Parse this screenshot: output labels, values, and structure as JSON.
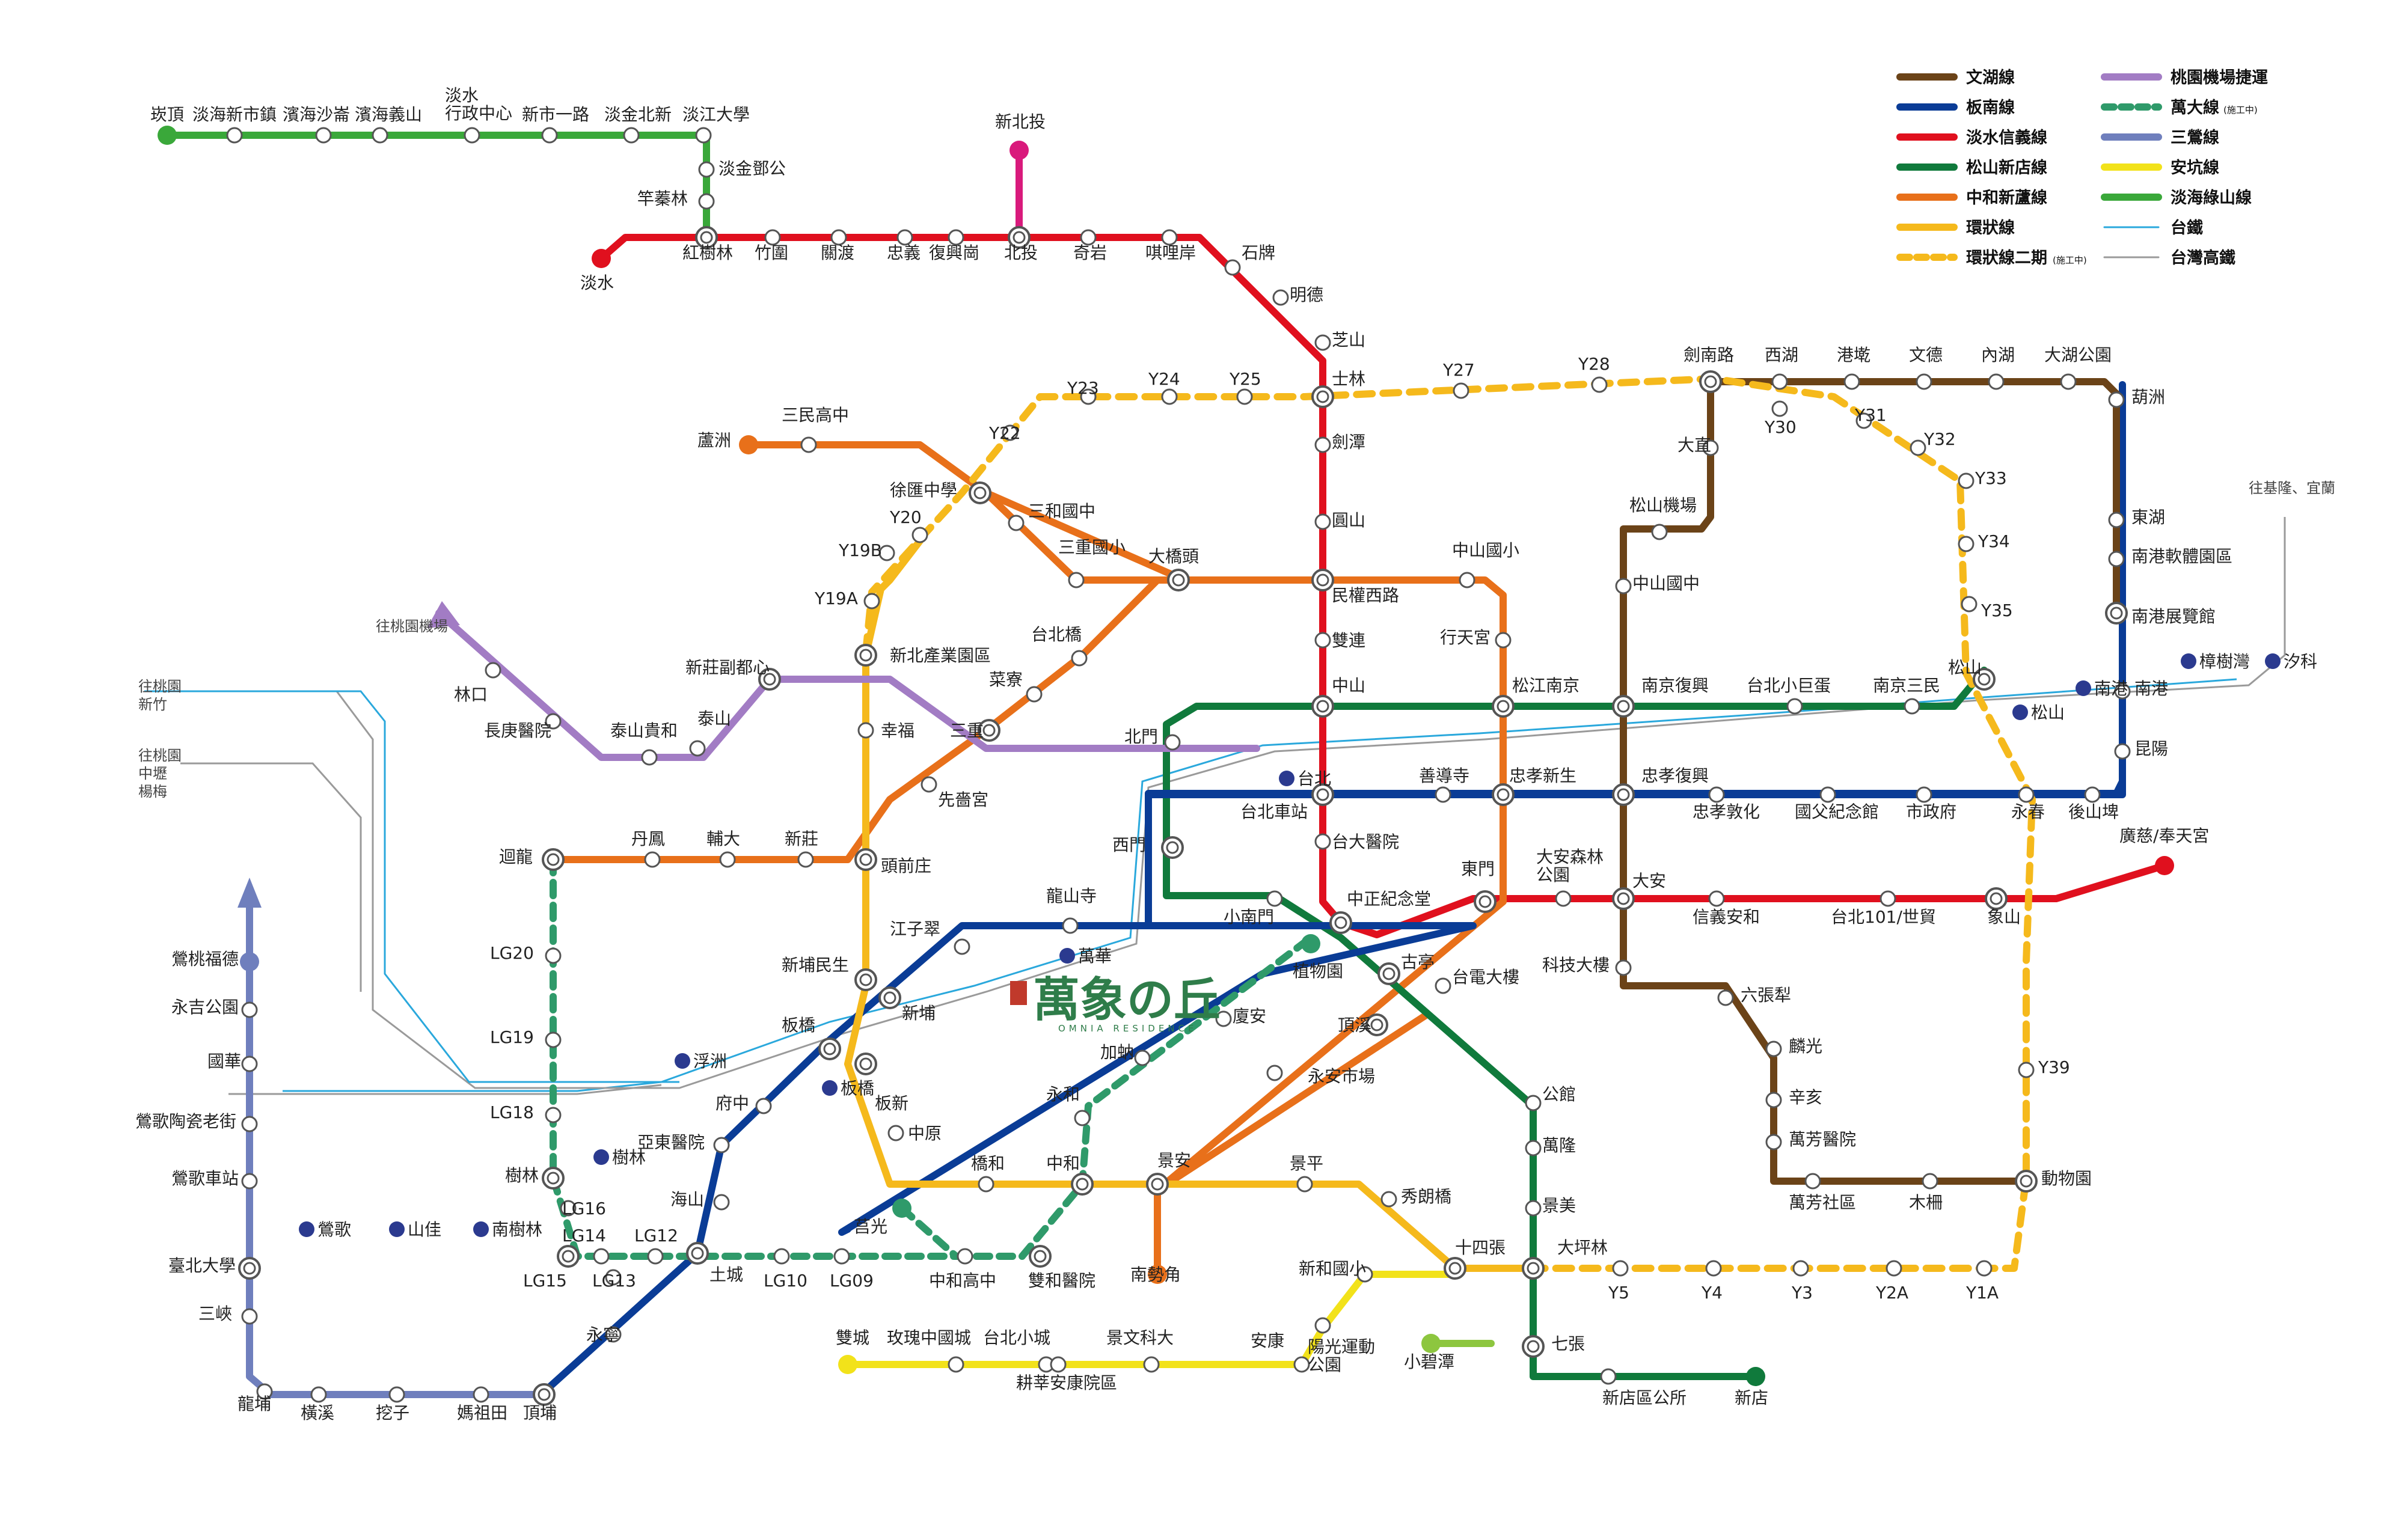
{
  "legend": [
    {
      "label": "文湖線",
      "color": "#6b4318",
      "style": "solid"
    },
    {
      "label": "板南線",
      "color": "#0a3c96",
      "style": "solid"
    },
    {
      "label": "淡水信義線",
      "color": "#e0101e",
      "style": "solid"
    },
    {
      "label": "松山新店線",
      "color": "#107a3c",
      "style": "solid"
    },
    {
      "label": "中和新蘆線",
      "color": "#e8701a",
      "style": "solid"
    },
    {
      "label": "環狀線",
      "color": "#f5b91c",
      "style": "solid"
    },
    {
      "label": "環狀線二期",
      "note": "(施工中)",
      "color": "#f5b91c",
      "style": "dashed"
    },
    {
      "label": "桃園機場捷運",
      "color": "#a27cc4",
      "style": "solid"
    },
    {
      "label": "萬大線",
      "note": "(施工中)",
      "color": "#2f9a6a",
      "style": "dashed"
    },
    {
      "label": "三鶯線",
      "color": "#6f7fbd",
      "style": "solid"
    },
    {
      "label": "安坑線",
      "color": "#f2e21a",
      "style": "solid"
    },
    {
      "label": "淡海綠山線",
      "color": "#3aa83a",
      "style": "solid"
    },
    {
      "label": "台鐵",
      "color": "#2aa8dc",
      "style": "thin"
    },
    {
      "label": "台灣高鐵",
      "color": "#9a9a9a",
      "style": "thin"
    }
  ],
  "logo": {
    "title": "萬象の丘",
    "subtitle": "OMNIA RESIDENCE"
  },
  "directions": [
    {
      "text": "往桃園機場"
    },
    {
      "text": "往桃園\n新竹"
    },
    {
      "text": "往桃園\n中壢\n楊梅"
    },
    {
      "text": "往基隆、宜蘭"
    }
  ],
  "stations": [
    {
      "name": "崁頂"
    },
    {
      "name": "淡海新市鎮"
    },
    {
      "name": "濱海沙崙"
    },
    {
      "name": "濱海義山"
    },
    {
      "name": "淡水\n行政中心"
    },
    {
      "name": "新市一路"
    },
    {
      "name": "淡金北新"
    },
    {
      "name": "淡江大學"
    },
    {
      "name": "淡金鄧公"
    },
    {
      "name": "竿蓁林"
    },
    {
      "name": "淡水"
    },
    {
      "name": "紅樹林"
    },
    {
      "name": "竹圍"
    },
    {
      "name": "關渡"
    },
    {
      "name": "忠義"
    },
    {
      "name": "復興崗"
    },
    {
      "name": "北投"
    },
    {
      "name": "新北投"
    },
    {
      "name": "奇岩"
    },
    {
      "name": "唭哩岸"
    },
    {
      "name": "石牌"
    },
    {
      "name": "明德"
    },
    {
      "name": "芝山"
    },
    {
      "name": "士林"
    },
    {
      "name": "劍潭"
    },
    {
      "name": "圓山"
    },
    {
      "name": "民權西路"
    },
    {
      "name": "雙連"
    },
    {
      "name": "中山"
    },
    {
      "name": "台北車站"
    },
    {
      "name": "台大醫院"
    },
    {
      "name": "中正紀念堂"
    },
    {
      "name": "東門"
    },
    {
      "name": "大安森林\n公園"
    },
    {
      "name": "大安"
    },
    {
      "name": "信義安和"
    },
    {
      "name": "台北101/世貿"
    },
    {
      "name": "象山"
    },
    {
      "name": "廣慈/奉天宮"
    },
    {
      "name": "蘆洲"
    },
    {
      "name": "三民高中"
    },
    {
      "name": "徐匯中學"
    },
    {
      "name": "三和國中"
    },
    {
      "name": "三重國小"
    },
    {
      "name": "大橋頭"
    },
    {
      "name": "中山國小"
    },
    {
      "name": "行天宮"
    },
    {
      "name": "松江南京"
    },
    {
      "name": "忠孝新生"
    },
    {
      "name": "古亭"
    },
    {
      "name": "頂溪"
    },
    {
      "name": "永安市場"
    },
    {
      "name": "景安"
    },
    {
      "name": "南勢角"
    },
    {
      "name": "迴龍"
    },
    {
      "name": "丹鳳"
    },
    {
      "name": "輔大"
    },
    {
      "name": "新莊"
    },
    {
      "name": "頭前庄"
    },
    {
      "name": "先嗇宮"
    },
    {
      "name": "三重"
    },
    {
      "name": "菜寮"
    },
    {
      "name": "台北橋"
    },
    {
      "name": "松山"
    },
    {
      "name": "南京三民"
    },
    {
      "name": "台北小巨蛋"
    },
    {
      "name": "南京復興"
    },
    {
      "name": "北門"
    },
    {
      "name": "西門"
    },
    {
      "name": "小南門"
    },
    {
      "name": "台電大樓"
    },
    {
      "name": "公館"
    },
    {
      "name": "萬隆"
    },
    {
      "name": "景美"
    },
    {
      "name": "大坪林"
    },
    {
      "name": "七張"
    },
    {
      "name": "新店區公所"
    },
    {
      "name": "新店"
    },
    {
      "name": "小碧潭"
    },
    {
      "name": "動物園"
    },
    {
      "name": "木柵"
    },
    {
      "name": "萬芳社區"
    },
    {
      "name": "萬芳醫院"
    },
    {
      "name": "辛亥"
    },
    {
      "name": "麟光"
    },
    {
      "name": "六張犁"
    },
    {
      "name": "科技大樓"
    },
    {
      "name": "忠孝復興"
    },
    {
      "name": "中山國中"
    },
    {
      "name": "松山機場"
    },
    {
      "name": "大直"
    },
    {
      "name": "劍南路"
    },
    {
      "name": "西湖"
    },
    {
      "name": "港墘"
    },
    {
      "name": "文德"
    },
    {
      "name": "內湖"
    },
    {
      "name": "大湖公園"
    },
    {
      "name": "葫洲"
    },
    {
      "name": "東湖"
    },
    {
      "name": "南港軟體園區"
    },
    {
      "name": "南港展覽館"
    },
    {
      "name": "頂埔"
    },
    {
      "name": "永寧"
    },
    {
      "name": "土城"
    },
    {
      "name": "海山"
    },
    {
      "name": "亞東醫院"
    },
    {
      "name": "府中"
    },
    {
      "name": "板橋"
    },
    {
      "name": "新埔"
    },
    {
      "name": "江子翠"
    },
    {
      "name": "龍山寺"
    },
    {
      "name": "善導寺"
    },
    {
      "name": "忠孝敦化"
    },
    {
      "name": "國父紀念館"
    },
    {
      "name": "市政府"
    },
    {
      "name": "永春"
    },
    {
      "name": "後山埤"
    },
    {
      "name": "昆陽"
    },
    {
      "name": "南港"
    },
    {
      "name": "新北產業園區"
    },
    {
      "name": "幸福"
    },
    {
      "name": "新埔民生"
    },
    {
      "name": "板新"
    },
    {
      "name": "中原"
    },
    {
      "name": "橋和"
    },
    {
      "name": "中和"
    },
    {
      "name": "景平"
    },
    {
      "name": "秀朗橋"
    },
    {
      "name": "十四張"
    },
    {
      "name": "Y19A"
    },
    {
      "name": "Y19B"
    },
    {
      "name": "Y20"
    },
    {
      "name": "Y22"
    },
    {
      "name": "Y23"
    },
    {
      "name": "Y24"
    },
    {
      "name": "Y25"
    },
    {
      "name": "Y27"
    },
    {
      "name": "Y28"
    },
    {
      "name": "Y30"
    },
    {
      "name": "Y31"
    },
    {
      "name": "Y32"
    },
    {
      "name": "Y33"
    },
    {
      "name": "Y34"
    },
    {
      "name": "Y35"
    },
    {
      "name": "Y39"
    },
    {
      "name": "Y5"
    },
    {
      "name": "Y4"
    },
    {
      "name": "Y3"
    },
    {
      "name": "Y2A"
    },
    {
      "name": "Y1A"
    },
    {
      "name": "新莊副都心"
    },
    {
      "name": "泰山"
    },
    {
      "name": "泰山貴和"
    },
    {
      "name": "長庚醫院"
    },
    {
      "name": "林口"
    },
    {
      "name": "LG20"
    },
    {
      "name": "LG19"
    },
    {
      "name": "LG18"
    },
    {
      "name": "樹林"
    },
    {
      "name": "LG16"
    },
    {
      "name": "LG15"
    },
    {
      "name": "LG14"
    },
    {
      "name": "LG13"
    },
    {
      "name": "LG12"
    },
    {
      "name": "LG10"
    },
    {
      "name": "LG09"
    },
    {
      "name": "中和高中"
    },
    {
      "name": "雙和醫院"
    },
    {
      "name": "永和"
    },
    {
      "name": "加蚋"
    },
    {
      "name": "廈安"
    },
    {
      "name": "植物園"
    },
    {
      "name": "莒光"
    },
    {
      "name": "鶯桃福德"
    },
    {
      "name": "永吉公園"
    },
    {
      "name": "國華"
    },
    {
      "name": "鶯歌陶瓷老街"
    },
    {
      "name": "鶯歌車站"
    },
    {
      "name": "臺北大學"
    },
    {
      "name": "三峽"
    },
    {
      "name": "龍埔"
    },
    {
      "name": "橫溪"
    },
    {
      "name": "挖子"
    },
    {
      "name": "媽祖田"
    },
    {
      "name": "雙城"
    },
    {
      "name": "玫瑰中國城"
    },
    {
      "name": "台北小城"
    },
    {
      "name": "耕莘安康院區"
    },
    {
      "name": "景文科大"
    },
    {
      "name": "安康"
    },
    {
      "name": "陽光運動\n公園"
    },
    {
      "name": "新和國小"
    }
  ],
  "rail_stations": [
    {
      "name": "台北"
    },
    {
      "name": "萬華"
    },
    {
      "name": "板橋"
    },
    {
      "name": "浮洲"
    },
    {
      "name": "樹林"
    },
    {
      "name": "南樹林"
    },
    {
      "name": "山佳"
    },
    {
      "name": "鶯歌"
    },
    {
      "name": "松山"
    },
    {
      "name": "南港"
    },
    {
      "name": "汐科"
    },
    {
      "name": "樟樹灣"
    }
  ]
}
